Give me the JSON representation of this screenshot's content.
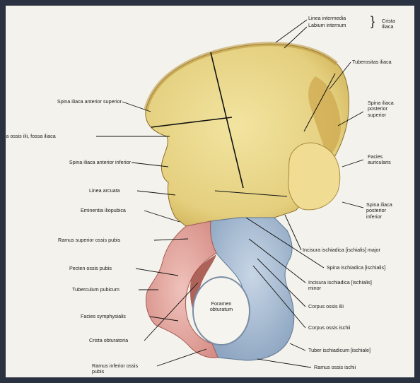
{
  "labels": {
    "linea_intermedia": "Linea intermedia",
    "labium_internum": "Labium internum",
    "crista_iliaca": "Crista\niliaca",
    "tuberositas_iliaca": "Tuberositas iliaca",
    "spina_iliaca_anterior_superior": "Spina iliaca anterior superior",
    "ala_ossis_ilii": "Ala ossis ilii, fossa iliaca",
    "spina_iliaca_posterior_superior": "Spina iliaca\nposterior\nsuperior",
    "spina_iliaca_anterior_inferior": "Spina iliaca anterior inferior",
    "facies_auricularis": "Facies\nauricularis",
    "linea_arcuata": "Linea arcuata",
    "spina_iliaca_posterior_inferior": "Spina iliaca\nposterior\ninferior",
    "eminentia_iliopubica": "Eminentia iliopubica",
    "ramus_superior_ossis_pubis": "Ramus superior ossis pubis",
    "incisura_ischiadica_major": "Incisura ischiadica [ischialis] major",
    "pecten_ossis_pubis": "Pecten ossis pubis",
    "spina_ischiadica": "Spina ischiadica [ischialis]",
    "tuberculum_pubicum": "Tuberculum pubicum",
    "incisura_ischiadica_minor": "Incisura ischiadica [ischialis]\nminor",
    "corpus_ossis_ilii": "Corpus ossis ilii",
    "facies_symphysialis": "Facies symphysialis",
    "foramen_obturatum": "Foramen\nobturatum",
    "corpus_ossis_ischii": "Corpus ossis ischii",
    "crista_obturatoria": "Crista obturatoria",
    "tuber_ischiadicum": "Tuber ischiadicum [ischiale]",
    "ramus_inferior_ossis_pubis": "Ramus inferior ossis\npubis",
    "ramus_ossis_ischii": "Ramus ossis ischii"
  },
  "colors": {
    "ilium": "#e6d487",
    "ilium_shade": "#c9a74a",
    "pubis": "#e2a7a1",
    "pubis_dark": "#b8584f",
    "ischium": "#a7bcd2",
    "ischium_dark": "#6f8aa8",
    "background": "#f4f2ec",
    "border": "#2a3140"
  }
}
